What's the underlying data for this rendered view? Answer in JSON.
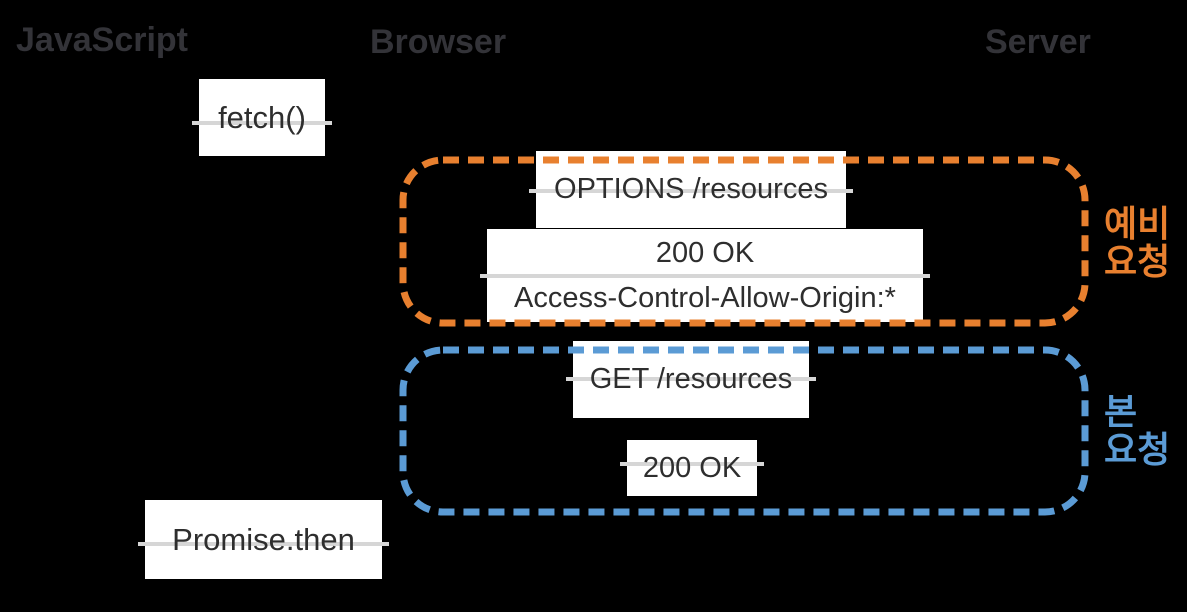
{
  "columns": [
    {
      "id": "javascript",
      "label": "JavaScript"
    },
    {
      "id": "browser",
      "label": "Browser"
    },
    {
      "id": "server",
      "label": "Server"
    }
  ],
  "nodes": {
    "fetch": {
      "label": "fetch()"
    },
    "options_request": {
      "label": "OPTIONS /resources"
    },
    "preflight_response": {
      "line1": "200 OK",
      "line2": "Access-Control-Allow-Origin:*"
    },
    "get_request": {
      "label": "GET /resources"
    },
    "main_response": {
      "label": "200 OK"
    },
    "promise_then": {
      "label": "Promise.then"
    }
  },
  "groups": {
    "preflight": {
      "label_line1": "예비",
      "label_line2": "요청",
      "color": "#E8802F"
    },
    "main_request": {
      "label_line1": "본",
      "label_line2": "요청",
      "color": "#5B9BD5"
    }
  },
  "colors": {
    "background": "#000000",
    "box_background": "#FFFFFF",
    "box_text": "#2E2E2E",
    "column_label_text": "#333338",
    "flow_line": "#D6D6D6",
    "preflight_accent": "#E8802F",
    "main_accent": "#5B9BD5"
  }
}
